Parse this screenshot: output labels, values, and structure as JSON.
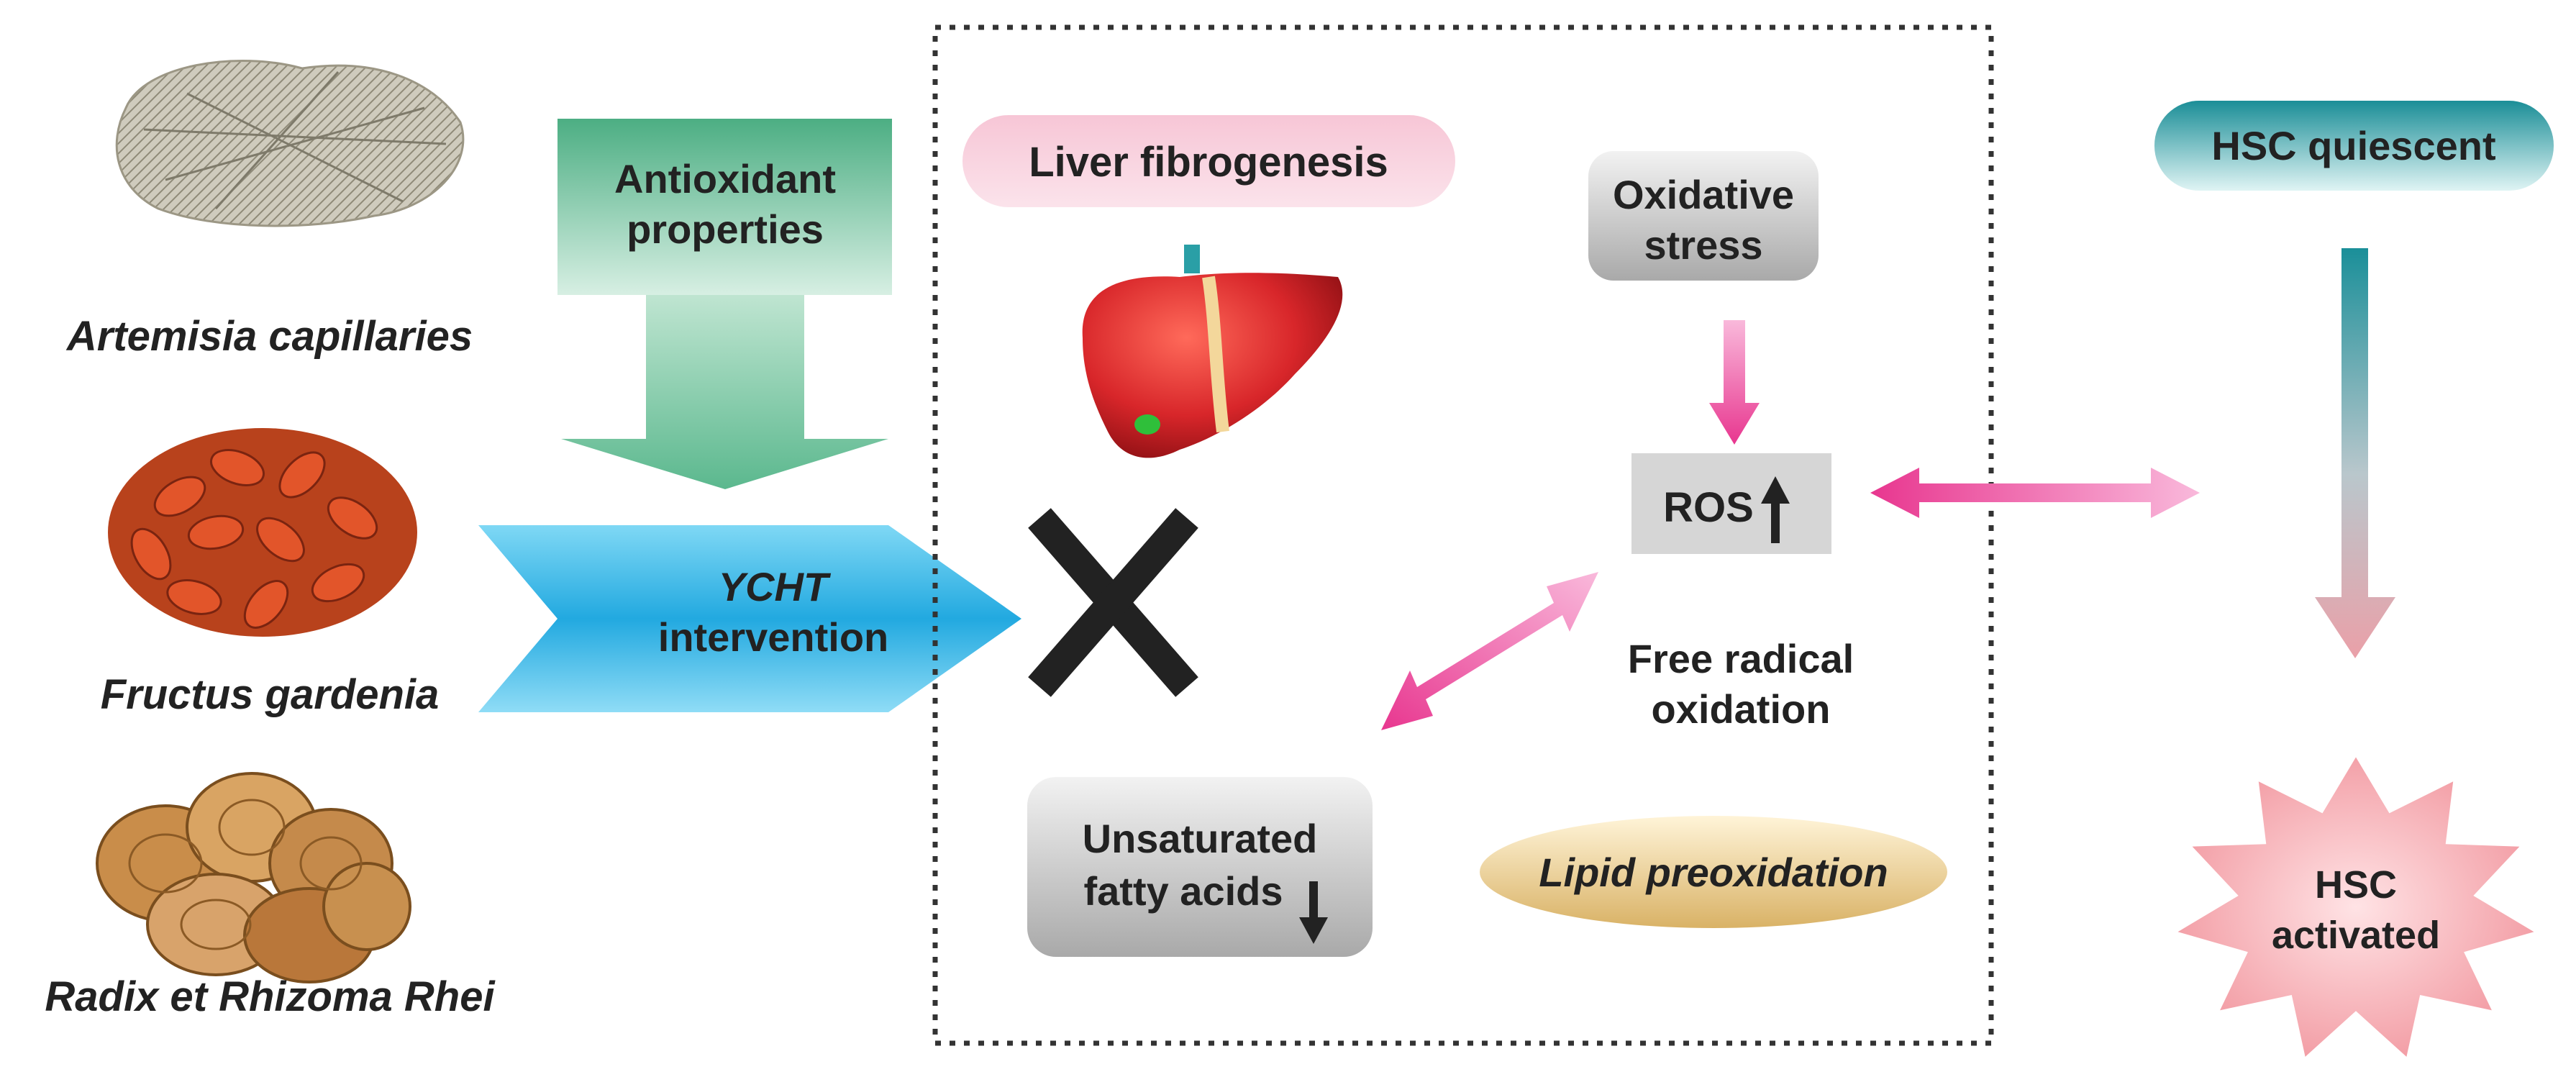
{
  "herbs": [
    {
      "name": "Artemisia capillaries",
      "icon": "dried-herb-icon"
    },
    {
      "name": "Fructus gardenia",
      "icon": "red-berries-icon"
    },
    {
      "name": "Radix et Rhizoma Rhei",
      "icon": "root-slices-icon"
    }
  ],
  "antioxidant": {
    "line1": "Antioxidant",
    "line2": "properties"
  },
  "ycht": {
    "line1": "YCHT",
    "line2": "intervention"
  },
  "liver_fibrogenesis": "Liver fibrogenesis",
  "oxidative_stress": {
    "line1": "Oxidative",
    "line2": "stress"
  },
  "ros": "ROS",
  "free_radical": {
    "line1": "Free radical",
    "line2": "oxidation"
  },
  "unsaturated": {
    "line1": "Unsaturated",
    "line2": "fatty acids"
  },
  "lipid_peroxidation": "Lipid preoxidation",
  "hsc_quiescent": "HSC quiescent",
  "hsc_activated": {
    "line1": "HSC",
    "line2": "activated"
  },
  "colors": {
    "green": "#5bb88e",
    "cyan": "#29b6e6",
    "pink_arrow": "#e8368f",
    "teal": "#1e8f98",
    "burst": "#f6a7ad"
  }
}
